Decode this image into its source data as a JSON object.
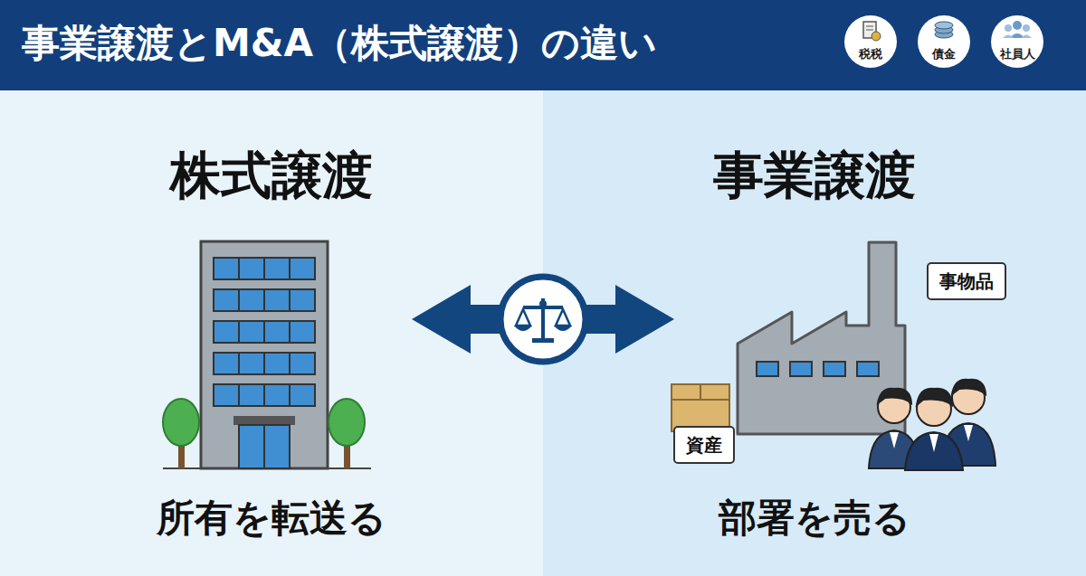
{
  "diagram": {
    "title": "事業譲渡とM&A（株式譲渡）の違い",
    "nodes": [
      {
        "text": [
          "税税"
        ]
      },
      {
        "text": [
          "債金"
        ]
      },
      {
        "text": [
          "社員人"
        ]
      },
      {
        "text": [
          "事物品"
        ]
      },
      {
        "text": [
          "資産"
        ]
      }
    ],
    "labels": [
      "株式譲渡",
      "所有を転送る",
      "事業譲渡",
      "部署を売る"
    ]
  }
}
